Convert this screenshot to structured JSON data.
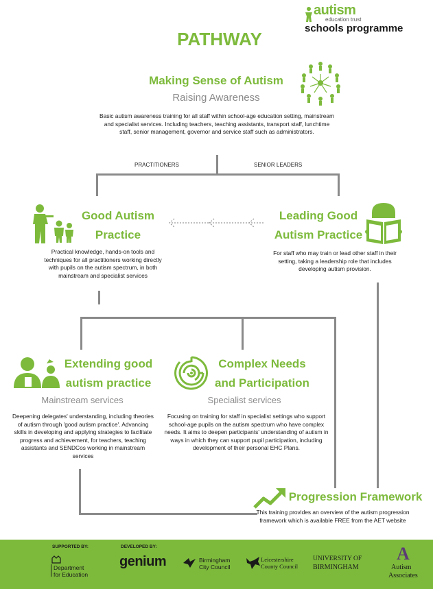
{
  "brand": {
    "logo_word": "autism",
    "logo_sub": "education trust",
    "programme": "schools programme",
    "accent": "#7dba3c",
    "connector_color": "#8a8a8a"
  },
  "title": "PATHWAY",
  "making_sense": {
    "heading": "Making Sense of Autism",
    "subheading": "Raising Awareness",
    "body": "Basic autism awareness training for all staff within school-age education setting, mainstream and specialist services. Including teachers, teaching assistants, transport staff, lunchtime staff, senior management, governor and service staff such as administrators.",
    "icon": "people-circle-icon"
  },
  "branch_labels": {
    "left": "PRACTITIONERS",
    "right": "SENIOR LEADERS"
  },
  "good_practice": {
    "heading_line1": "Good Autism",
    "heading_line2": "Practice",
    "body": "Practical knowledge, hands-on tools and techniques for all practitioners working directly with pupils on the autism spectrum, in both mainstream and specialist services",
    "icon": "teacher-children-icon"
  },
  "leading_practice": {
    "heading_line1": "Leading Good",
    "heading_line2": "Autism Practice",
    "body": "For staff who may train or lead other staff in their setting, taking a leadership role that includes developing autism provision.",
    "icon": "reader-icon"
  },
  "extending": {
    "heading_line1": "Extending good",
    "heading_line2": "autism practice",
    "subheading": "Mainstream services",
    "body": "Deepening delegates' understanding, including theories of autism through 'good autism practice'. Advancing skills in developing and applying strategies to facilitate progress and achievement, for teachers, teaching assistants and SENDCos working in mainstream services",
    "icon": "adult-child-icon"
  },
  "complex": {
    "heading_line1": "Complex Needs",
    "heading_line2": "and Participation",
    "subheading": "Specialist services",
    "body": "Focusing on training for staff in specialist settings who support school-age pupils on the autism spectrum who have complex needs. It aims to deepen participants' understanding of autism in ways in which they can support pupil participation, including development of their personal EHC Plans.",
    "icon": "maze-icon"
  },
  "progression": {
    "heading": "Progression Framework",
    "body": "This training provides an overview of the autism progression framework which is available FREE from the AET website",
    "icon": "trend-arrow-icon"
  },
  "footer": {
    "supported_label": "SUPPORTED BY:",
    "developed_label": "DEVELOPED BY:",
    "dfe_line1": "Department",
    "dfe_line2": "for Education",
    "genium": "genium",
    "bcc_line1": "Birmingham",
    "bcc_line2": "City Council",
    "lcc_line1": "Leicestershire",
    "lcc_line2": "County Council",
    "uob_line1": "UNIVERSITY OF",
    "uob_line2": "BIRMINGHAM",
    "aa_letter": "A",
    "aa_line1": "Autism",
    "aa_line2": "Associates"
  }
}
